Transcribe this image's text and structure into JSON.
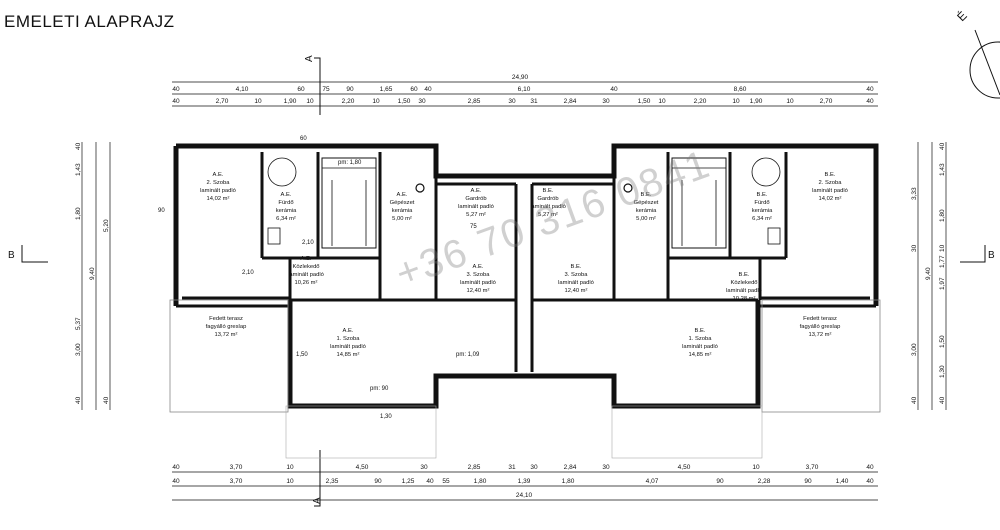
{
  "title": "EMELETI ALAPRAJZ",
  "north_label": "É",
  "section_labels": {
    "a_top": "A",
    "a_bottom": "A",
    "b_left": "B",
    "b_right": "B"
  },
  "top_dims": {
    "total": "24,90",
    "row2": [
      "40",
      "4,10",
      "60",
      "75",
      "90",
      "1,65",
      "60",
      "40",
      "6,10",
      "40",
      "8,60",
      "40"
    ],
    "row3": [
      "40",
      "2,70",
      "10",
      "1,90",
      "10",
      "2,20",
      "10",
      "1,50",
      "30",
      "2,85",
      "30",
      "31",
      "2,84",
      "30",
      "1,50",
      "10",
      "2,20",
      "10",
      "1,90",
      "10",
      "2,70",
      "40"
    ]
  },
  "bottom_dims": {
    "row1": [
      "40",
      "3,70",
      "10",
      "4,50",
      "30",
      "2,85",
      "31",
      "30",
      "2,84",
      "30",
      "4,50",
      "10",
      "3,70",
      "40"
    ],
    "row2": [
      "40",
      "3,70",
      "10",
      "2,35",
      "90",
      "1,25",
      "40",
      "55",
      "1,80",
      "1,39",
      "1,80",
      "4,07",
      "90",
      "2,28",
      "90",
      "1,40",
      "40"
    ],
    "total": "24,10"
  },
  "left_dims": {
    "outer": [
      "40",
      "1,43",
      "1,80",
      "5,37",
      "3,00",
      "40"
    ],
    "mid": [
      "9,40"
    ],
    "inner": [
      "5,20",
      "40"
    ]
  },
  "right_dims": {
    "outer": [
      "40",
      "1,43",
      "1,80",
      "10",
      "1,77",
      "1,97",
      "1,50",
      "1,30",
      "40"
    ],
    "mid": [
      "9,40"
    ],
    "inner": [
      "3,33",
      "30",
      "3,00",
      "40"
    ]
  },
  "rooms": [
    {
      "code": "A.E.",
      "name": "2. Szoba",
      "floor": "laminált padló",
      "area": "14,02 m²"
    },
    {
      "code": "A.E.",
      "name": "Fürdő",
      "floor": "kerámia",
      "area": "6,34 m²"
    },
    {
      "code": "A.E.",
      "name": "Gépészet",
      "floor": "kerámia",
      "area": "5,00 m²"
    },
    {
      "code": "A.E.",
      "name": "Gardrób",
      "floor": "laminált padló",
      "area": "5,27 m²"
    },
    {
      "code": "B.E.",
      "name": "Gardrób",
      "floor": "laminált padló",
      "area": "5,27 m²"
    },
    {
      "code": "B.E.",
      "name": "Gépészet",
      "floor": "kerámia",
      "area": "5,00 m²"
    },
    {
      "code": "B.E.",
      "name": "Fürdő",
      "floor": "kerámia",
      "area": "6,34 m²"
    },
    {
      "code": "B.E.",
      "name": "2. Szoba",
      "floor": "laminált padló",
      "area": "14,02 m²"
    },
    {
      "code": "A.E.",
      "name": "Közlekedő",
      "floor": "laminált padló",
      "area": "10,26 m²"
    },
    {
      "code": "A.E.",
      "name": "3. Szoba",
      "floor": "laminált padló",
      "area": "12,40 m²"
    },
    {
      "code": "B.E.",
      "name": "3. Szoba",
      "floor": "laminált padló",
      "area": "12,40 m²"
    },
    {
      "code": "B.E.",
      "name": "Közlekedő",
      "floor": "laminált padló",
      "area": "10,28 m²"
    },
    {
      "code": "A.E.",
      "name": "1. Szoba",
      "floor": "laminált padló",
      "area": "14,85 m²"
    },
    {
      "code": "B.E.",
      "name": "1. Szoba",
      "floor": "laminált padló",
      "area": "14,85 m²"
    },
    {
      "code": "",
      "name": "Fedett terasz",
      "floor": "fagyálló greslap",
      "area": "13,72 m²"
    },
    {
      "code": "",
      "name": "Fedett terasz",
      "floor": "fagyálló greslap",
      "area": "13,72 m²"
    }
  ],
  "door_labels": [
    "90",
    "2,10",
    "75",
    "2,10",
    "60",
    "1,50",
    "pm: 1,80",
    "pm: 1,09",
    "pm: 90",
    "1,30"
  ],
  "watermark": "+36 70 316 0841"
}
